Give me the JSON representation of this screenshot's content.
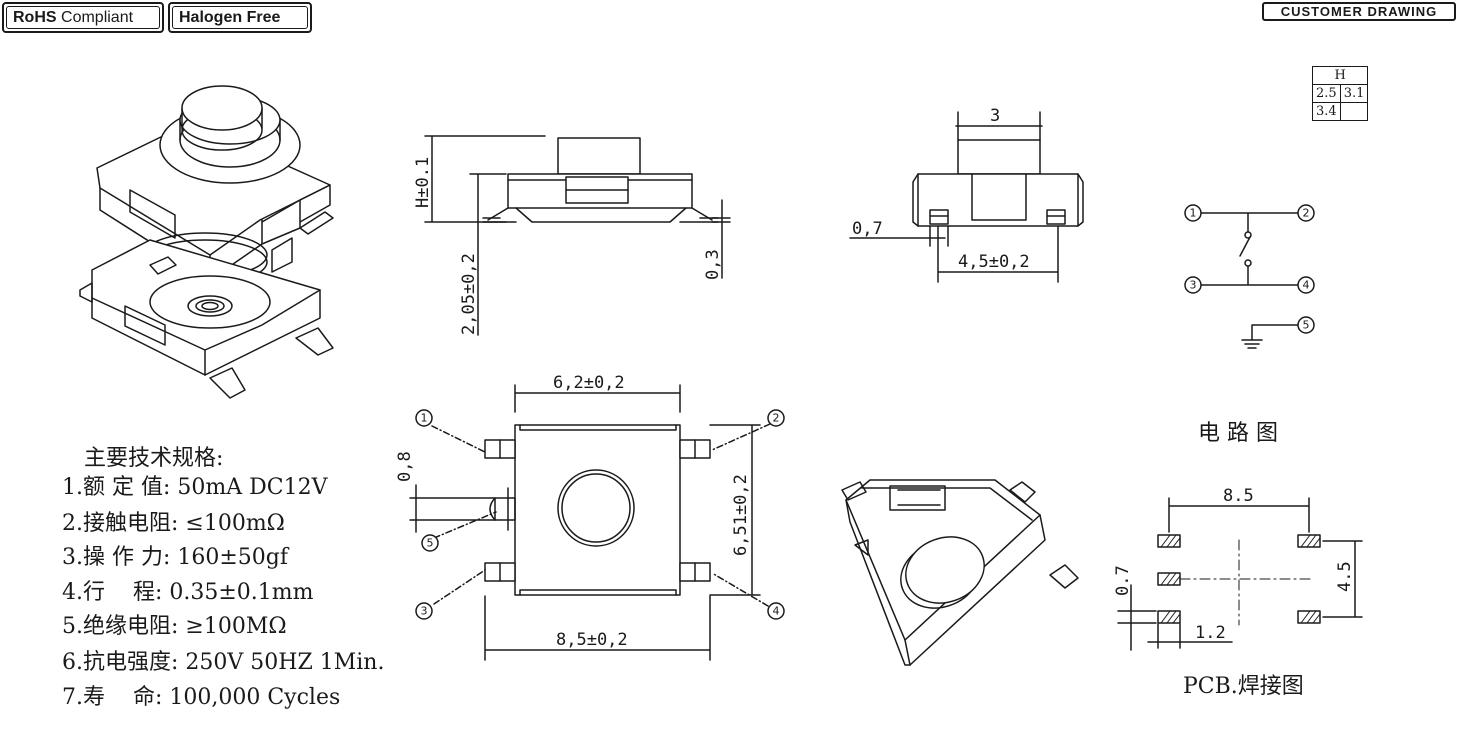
{
  "badges": {
    "rohs_bold": "RoHS",
    "rohs_text": "Compliant",
    "halogen": "Halogen Free",
    "customer_drawing": "CUSTOMER DRAWING"
  },
  "height_table": {
    "header": "H",
    "values": [
      "2.5",
      "3.1",
      "3.4"
    ]
  },
  "specs": {
    "title": "主要技术规格:",
    "items": [
      "1.额 定 值: 50mA DC12V",
      "2.接触电阻: ≤100mΩ",
      "3.操 作 力: 160±50gf",
      "4.行    程: 0.35±0.1mm",
      "5.绝缘电阻: ≥100MΩ",
      "6.抗电强度: 250V 50HZ 1Min.",
      "7.寿    命: 100,000 Cycles"
    ]
  },
  "side_view": {
    "h": "H±0.1",
    "h205": "2,05±0,2",
    "t03": "0,3"
  },
  "front_view": {
    "w3": "3",
    "d07": "0,7",
    "d45": "4,5±0,2"
  },
  "top_view": {
    "w62": "6,2±0,2",
    "w85": "8,5±0,2",
    "h651": "6,51±0,2",
    "d08": "0,8",
    "pins": [
      "1",
      "2",
      "3",
      "4",
      "5"
    ]
  },
  "circuit": {
    "pins": [
      "1",
      "2",
      "3",
      "4",
      "5"
    ],
    "caption": "电 路 图"
  },
  "pcb": {
    "w85": "8.5",
    "h45": "4.5",
    "d07": "0.7",
    "d12": "1.2",
    "caption": "PCB.焊接图"
  }
}
